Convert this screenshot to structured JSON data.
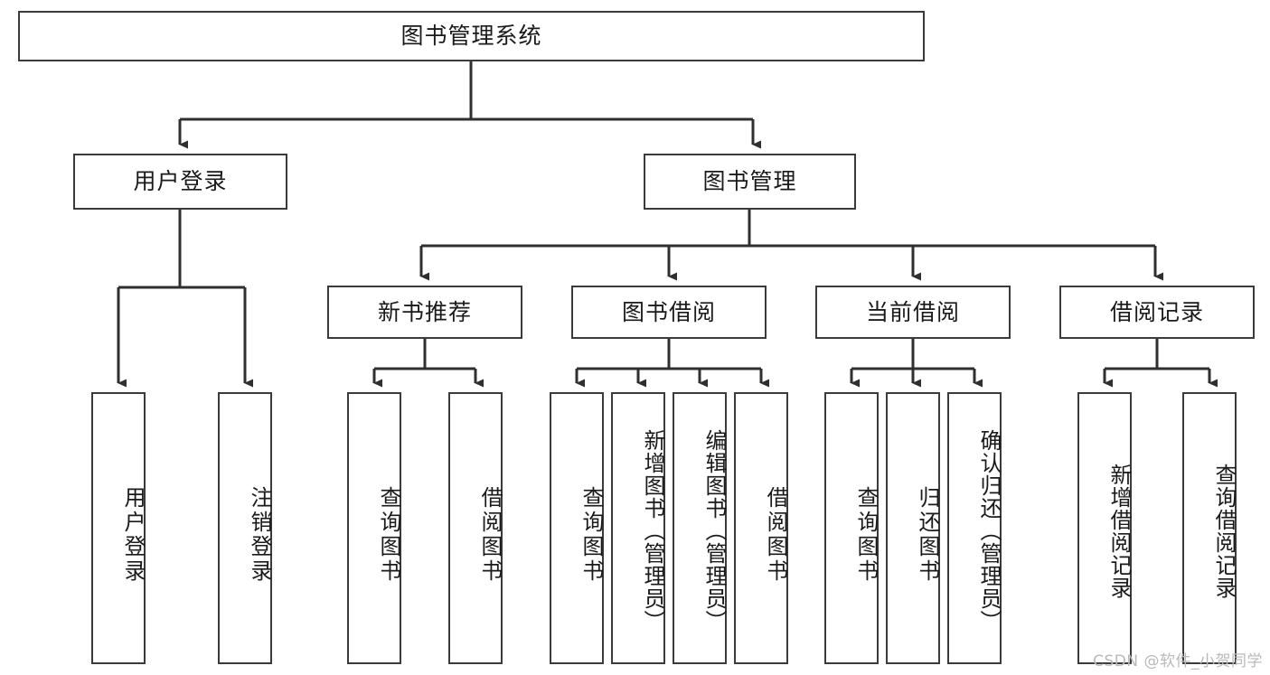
{
  "diagram": {
    "type": "tree",
    "title": "图书管理系统",
    "root": {
      "id": "root",
      "label": "图书管理系统"
    },
    "level2": [
      {
        "id": "user-login",
        "label": "用户登录"
      },
      {
        "id": "book-manage",
        "label": "图书管理"
      }
    ],
    "level3": [
      {
        "id": "new-book-rec",
        "label": "新书推荐",
        "parent": "book-manage"
      },
      {
        "id": "book-borrow",
        "label": "图书借阅",
        "parent": "book-manage"
      },
      {
        "id": "current-borrow",
        "label": "当前借阅",
        "parent": "book-manage"
      },
      {
        "id": "borrow-record",
        "label": "借阅记录",
        "parent": "book-manage"
      }
    ],
    "leaves": {
      "user-login": [
        {
          "id": "leaf-user-login",
          "label": "用户登录"
        },
        {
          "id": "leaf-logout",
          "label": "注销登录"
        }
      ],
      "new-book-rec": [
        {
          "id": "leaf-query-book-1",
          "label": "查询图书"
        },
        {
          "id": "leaf-borrow-book-1",
          "label": "借阅图书"
        }
      ],
      "book-borrow": [
        {
          "id": "leaf-query-book-2",
          "label": "查询图书"
        },
        {
          "id": "leaf-add-book",
          "label": "新增图书（管理员）"
        },
        {
          "id": "leaf-edit-book",
          "label": "编辑图书（管理员）"
        },
        {
          "id": "leaf-borrow-book-2",
          "label": "借阅图书"
        }
      ],
      "current-borrow": [
        {
          "id": "leaf-query-book-3",
          "label": "查询图书"
        },
        {
          "id": "leaf-return-book",
          "label": "归还图书"
        },
        {
          "id": "leaf-confirm-return",
          "label": "确认归还（管理员）"
        }
      ],
      "borrow-record": [
        {
          "id": "leaf-add-record",
          "label": "新增借阅记录"
        },
        {
          "id": "leaf-query-record",
          "label": "查询借阅记录"
        }
      ]
    }
  },
  "watermark": {
    "text": "CSDN @软件_小贺同学"
  },
  "colors": {
    "box_border": "#3b3b3b",
    "box_fill": "#ffffff",
    "text": "#1a1a1a",
    "connector": "#2f2f2f",
    "watermark": "#b9b9b9",
    "background": "#ffffff"
  }
}
